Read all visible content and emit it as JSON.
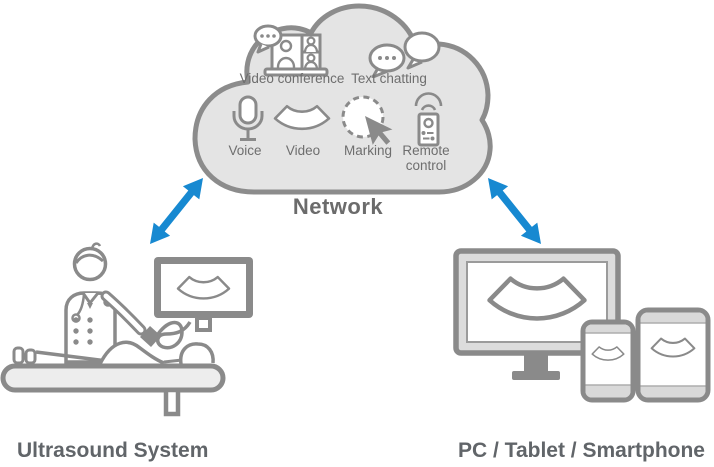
{
  "colors": {
    "cloud_fill": "#e4e4e4",
    "cloud_outline": "#8c8c8c",
    "outline_gray": "#8a8a8a",
    "device_bezel_gray": "#dcdcdc",
    "screen_white": "#ffffff",
    "arrow_blue": "#1789d1",
    "cloud_text_gray": "#6e6e6e",
    "label_dark_gray": "#616569"
  },
  "cloud": {
    "network_label": "Network",
    "features_top": [
      {
        "icon": "video-conference-icon",
        "label": "Video conference"
      },
      {
        "icon": "text-chatting-icon",
        "label": "Text chatting"
      }
    ],
    "features_bottom": [
      {
        "icon": "microphone-icon",
        "label": "Voice"
      },
      {
        "icon": "ultrasound-fan-icon",
        "label": "Video"
      },
      {
        "icon": "marking-cursor-icon",
        "label": "Marking"
      },
      {
        "icon": "remote-control-icon",
        "label": "Remote control"
      }
    ]
  },
  "nodes": {
    "left": {
      "label": "Ultrasound System",
      "illustration": "doctor-scanning-patient-with-monitor"
    },
    "right": {
      "label": "PC / Tablet / Smartphone",
      "illustration": "monitor-tablet-smartphone-showing-ultrasound"
    }
  }
}
